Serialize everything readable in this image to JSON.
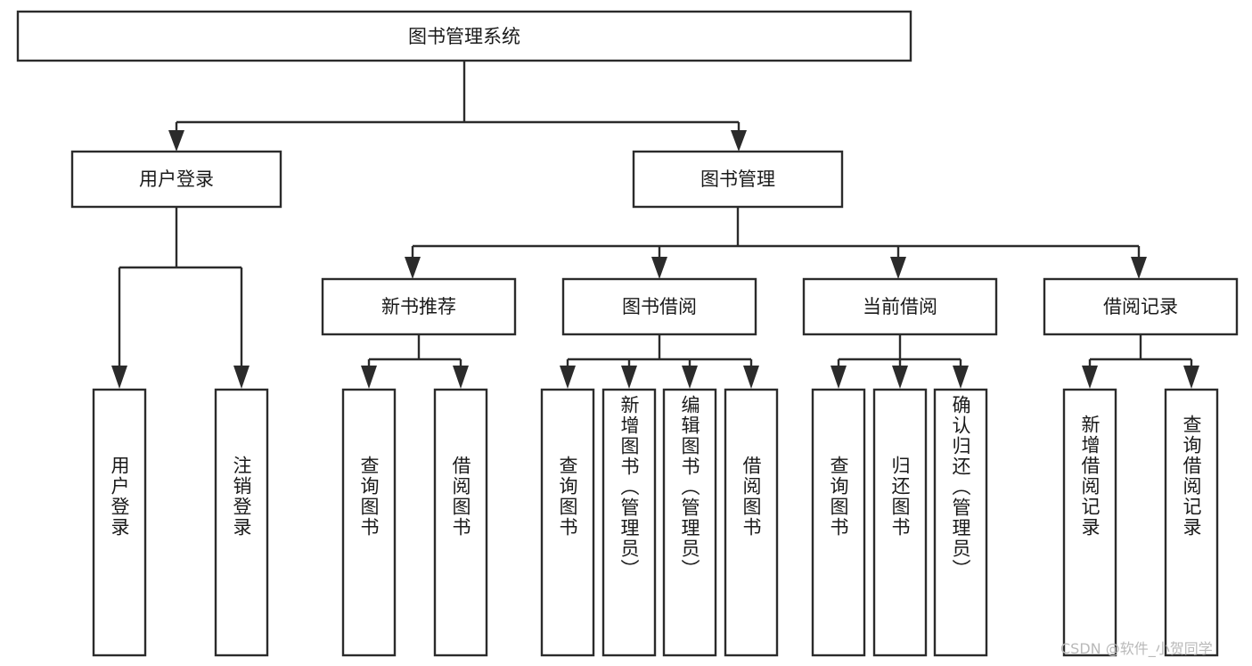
{
  "diagram": {
    "type": "tree-hierarchy",
    "title": "图书管理系统",
    "orientation": "top-down",
    "colors": {
      "node_fill": "#ffffff",
      "node_stroke": "#2b2b2b",
      "text": "#1a1a1a",
      "background": "#ffffff",
      "watermark": "#b9b9b9"
    },
    "root": {
      "id": "root",
      "label": "图书管理系统"
    },
    "level2": [
      {
        "id": "user-login",
        "label": "用户登录"
      },
      {
        "id": "book-manage",
        "label": "图书管理"
      }
    ],
    "level3": [
      {
        "id": "new-book-recommend",
        "label": "新书推荐"
      },
      {
        "id": "book-borrow",
        "label": "图书借阅"
      },
      {
        "id": "current-borrow",
        "label": "当前借阅"
      },
      {
        "id": "borrow-record",
        "label": "借阅记录"
      }
    ],
    "leaves": {
      "user_login": [
        {
          "id": "leaf-user-login",
          "label": "用户登录"
        },
        {
          "id": "leaf-logout-login",
          "label": "注销登录"
        }
      ],
      "new_book_recommend": [
        {
          "id": "leaf-query-book-1",
          "label": "查询图书"
        },
        {
          "id": "leaf-borrow-book-1",
          "label": "借阅图书"
        }
      ],
      "book_borrow": [
        {
          "id": "leaf-query-book-2",
          "label": "查询图书"
        },
        {
          "id": "leaf-add-book",
          "label": "新增图书（管理员）"
        },
        {
          "id": "leaf-edit-book",
          "label": "编辑图书（管理员）"
        },
        {
          "id": "leaf-borrow-book-2",
          "label": "借阅图书"
        }
      ],
      "current_borrow": [
        {
          "id": "leaf-query-book-3",
          "label": "查询图书"
        },
        {
          "id": "leaf-return-book",
          "label": "归还图书"
        },
        {
          "id": "leaf-confirm-return",
          "label": "确认归还（管理员）"
        }
      ],
      "borrow_record": [
        {
          "id": "leaf-add-record",
          "label": "新增借阅记录"
        },
        {
          "id": "leaf-query-record",
          "label": "查询借阅记录"
        }
      ]
    }
  },
  "watermark": {
    "text": "CSDN @软件_小贺同学"
  }
}
